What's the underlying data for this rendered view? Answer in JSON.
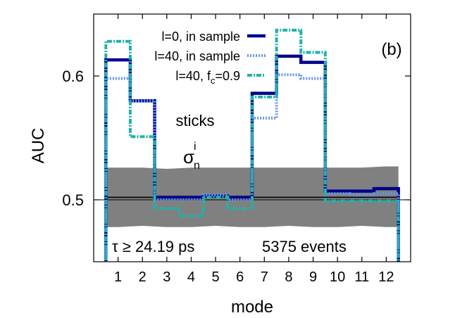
{
  "chart_data": {
    "type": "line",
    "panel_label": "(b)",
    "xlabel": "mode",
    "ylabel": "AUC",
    "xlim": [
      0,
      13
    ],
    "ylim": [
      0.45,
      0.65
    ],
    "x_ticks": [
      1,
      2,
      3,
      4,
      5,
      6,
      7,
      8,
      9,
      10,
      11,
      12
    ],
    "x_tick_labels": [
      "1",
      "2",
      "3",
      "4",
      "5",
      "6",
      "7",
      "8",
      "9",
      "10",
      "11",
      "12"
    ],
    "y_ticks": [
      0.5,
      0.6
    ],
    "y_tick_labels": [
      "0.5",
      "0.6"
    ],
    "grid": false,
    "legend_position": "top-right",
    "x": [
      1,
      2,
      3,
      4,
      5,
      6,
      7,
      8,
      9,
      10,
      11,
      12
    ],
    "baseline": {
      "value": 0.502,
      "band_low": [
        0.478,
        0.479,
        0.478,
        0.478,
        0.479,
        0.478,
        0.478,
        0.479,
        0.478,
        0.478,
        0.479,
        0.478
      ],
      "band_high": [
        0.526,
        0.526,
        0.525,
        0.526,
        0.526,
        0.526,
        0.526,
        0.526,
        0.526,
        0.526,
        0.526,
        0.527
      ],
      "band_color": "#808080",
      "line_color": "#000000"
    },
    "series": [
      {
        "name": "l=0, in sample",
        "values": [
          0.613,
          0.58,
          0.502,
          0.502,
          0.503,
          0.502,
          0.586,
          0.616,
          0.611,
          0.507,
          0.507,
          0.509
        ],
        "color": "#00008b",
        "style": "solid"
      },
      {
        "name": "l=40, in sample",
        "values": [
          0.598,
          0.58,
          0.5,
          0.5,
          0.504,
          0.5,
          0.566,
          0.601,
          0.598,
          0.505,
          0.504,
          0.505
        ],
        "color": "#6495ed",
        "style": "dotted"
      },
      {
        "name": "l=40, f_c=0.9",
        "values": [
          0.628,
          0.551,
          0.493,
          0.487,
          0.502,
          0.493,
          0.583,
          0.637,
          0.619,
          0.499,
          0.499,
          0.499
        ],
        "color": "#20b2aa",
        "style": "dash-dot"
      }
    ],
    "annotations": {
      "sticks": "sticks",
      "sigma_base": "σ",
      "sigma_sub": "n",
      "sigma_sup": "i",
      "tau_text": "τ ≥ 24.19 ps",
      "events_text": "5375 events"
    },
    "legend": {
      "label_1": "l=0, in sample",
      "label_2": "l=40, in sample",
      "label_3_prefix": "l=40, f",
      "label_3_sub": "c",
      "label_3_suffix": "=0.9"
    }
  }
}
